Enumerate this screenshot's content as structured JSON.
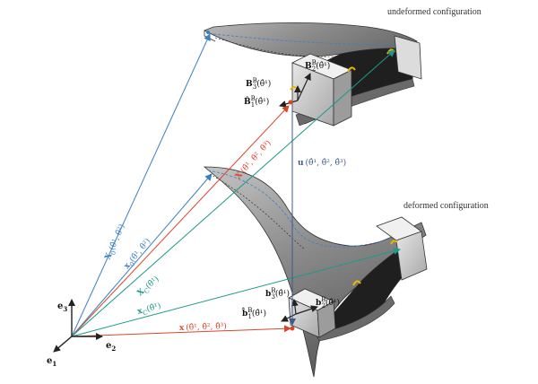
{
  "captions": {
    "undeformed": "undeformed configuration",
    "deformed": "deformed configuration"
  },
  "basis": {
    "e1": "e",
    "e1_sub": "1",
    "e2": "e",
    "e2_sub": "2",
    "e3": "e",
    "e3_sub": "3"
  },
  "vectors": {
    "X0": {
      "sym": "X",
      "sub": "0",
      "arg": "(θ̂¹, θ̂²)"
    },
    "x0": {
      "sym": "x",
      "sub": "0",
      "arg": "(θ̂¹, θ̂²)"
    },
    "X": {
      "sym": "X",
      "arg": "(θ̂¹, θ̂², θ̂³)"
    },
    "XC": {
      "sym": "X",
      "sub": "C",
      "arg": "(θ̂¹)"
    },
    "xC": {
      "sym": "x",
      "sub": "C",
      "arg": "(θ̂¹)"
    },
    "x": {
      "sym": "x",
      "arg": "(θ̂¹, θ̂², θ̂³)"
    },
    "u": {
      "sym": "u",
      "arg": "(θ̂¹, θ̂², θ̂³)"
    }
  },
  "frames": {
    "B1": {
      "sym": "B̂",
      "sub": "1",
      "sup": "B",
      "arg": "(θ̂¹)"
    },
    "B2": {
      "sym": "B",
      "sub": "2",
      "sup": "B",
      "arg": "(θ̂¹)"
    },
    "B3": {
      "sym": "B",
      "sub": "3",
      "sup": "B",
      "arg": "(θ̂¹)"
    },
    "b1": {
      "sym": "b̂",
      "sub": "1",
      "sup": "B",
      "arg": "(θ̂¹)"
    },
    "b2": {
      "sym": "b",
      "sub": "2",
      "sup": "B",
      "arg": "(θ̂¹)"
    },
    "b3": {
      "sym": "b",
      "sub": "3",
      "sup": "B",
      "arg": "(θ̂¹)"
    }
  },
  "colors": {
    "blue": "#3a7fc2",
    "red": "#d9472b",
    "teal": "#1a9a8a",
    "yellow": "#e8b800",
    "shell": "#9a9a9a",
    "dark": "#1a1a1a"
  }
}
